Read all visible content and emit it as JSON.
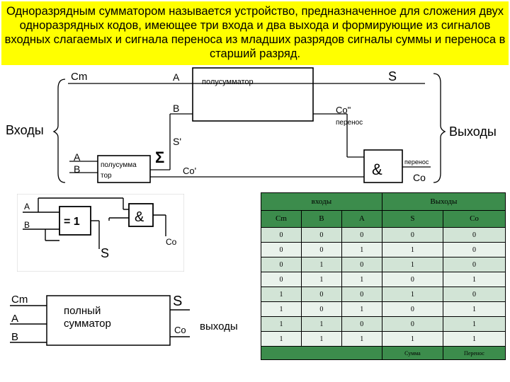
{
  "banner": {
    "text": "Одноразрядным сумматором называется устройство, предназначенное для сложения двух одноразрядных кодов, имеющее три входа и два выхода и формирующие из сигналов входных слагаемых и сигнала переноса из младших разрядов сигналы суммы и переноса в старший разряд."
  },
  "top_diagram": {
    "inputs_label": "Входы",
    "outputs_label": "Выходы",
    "cm": "Cm",
    "a1": "A",
    "b1": "B",
    "half_adder_1": "полусумматор",
    "s_out": "S",
    "co_dd": "Co\"",
    "carry_label": "перенос",
    "s_prime": "S'",
    "sigma": "Σ",
    "a2": "A",
    "b2": "B",
    "half_adder_2_line1": "полусумма",
    "half_adder_2_line2": "тор",
    "co_prime": "Co'",
    "and_symbol": "&",
    "carry_out_label": "перенос",
    "co_out": "Co"
  },
  "mid_diagram": {
    "a": "A",
    "b": "B",
    "xor_label": "= 1",
    "and_symbol": "&",
    "s": "S",
    "co": "Co"
  },
  "bottom_diagram": {
    "cm": "Cm",
    "a": "A",
    "b": "B",
    "title_line1": "полный",
    "title_line2": "сумматор",
    "s": "S",
    "co": "Co",
    "outputs": "выходы"
  },
  "truth_table": {
    "group_inputs": "входы",
    "group_outputs": "Выходы",
    "columns": [
      "Cm",
      "B",
      "A",
      "S",
      "Co"
    ],
    "rows": [
      [
        "0",
        "0",
        "0",
        "0",
        "0"
      ],
      [
        "0",
        "0",
        "1",
        "1",
        "0"
      ],
      [
        "0",
        "1",
        "0",
        "1",
        "0"
      ],
      [
        "0",
        "1",
        "1",
        "0",
        "1"
      ],
      [
        "1",
        "0",
        "0",
        "1",
        "0"
      ],
      [
        "1",
        "0",
        "1",
        "0",
        "1"
      ],
      [
        "1",
        "1",
        "0",
        "0",
        "1"
      ],
      [
        "1",
        "1",
        "1",
        "1",
        "1"
      ]
    ],
    "footer_sum": "Сумма",
    "footer_carry": "Перенос"
  }
}
